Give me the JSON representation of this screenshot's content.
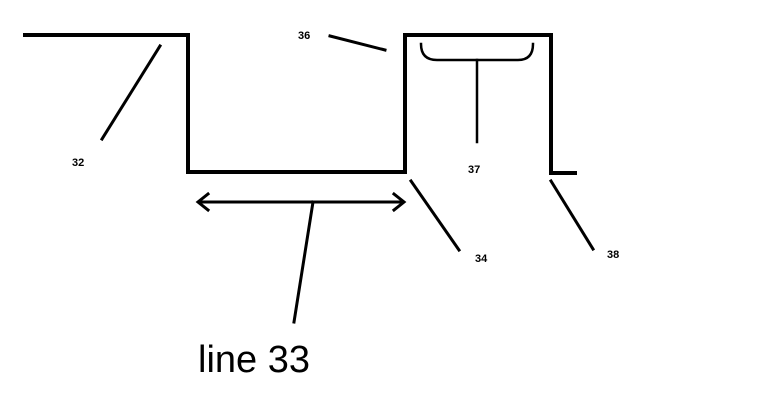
{
  "labels": {
    "ref_32": "32",
    "ref_33": "line 33",
    "ref_34": "34",
    "ref_36": "36",
    "ref_37": "37",
    "ref_38": "38"
  },
  "colors": {
    "stroke": "#000000",
    "background": "#ffffff"
  }
}
